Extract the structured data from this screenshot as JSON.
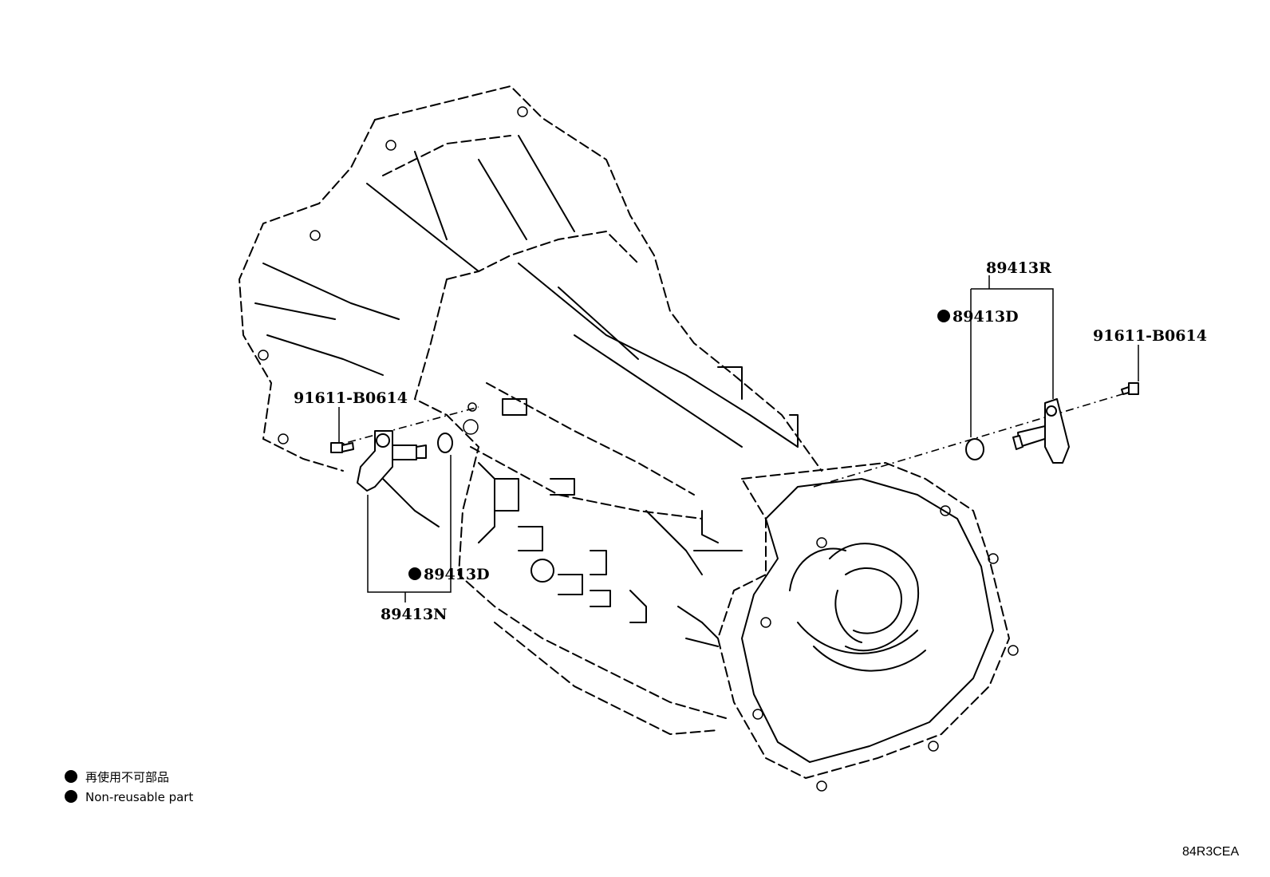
{
  "labels": {
    "bolt_left": "91611-B0614",
    "bolt_right": "91611-B0614",
    "oring_left": "89413D",
    "oring_right": "89413D",
    "sensor_left": "89413N",
    "sensor_right": "89413R"
  },
  "legend": [
    {
      "text": "再使用不可部品"
    },
    {
      "text": "Non-reusable part"
    }
  ],
  "figure_code": "84R3CEA",
  "colors": {
    "ink": "#000000",
    "paper": "#ffffff"
  }
}
